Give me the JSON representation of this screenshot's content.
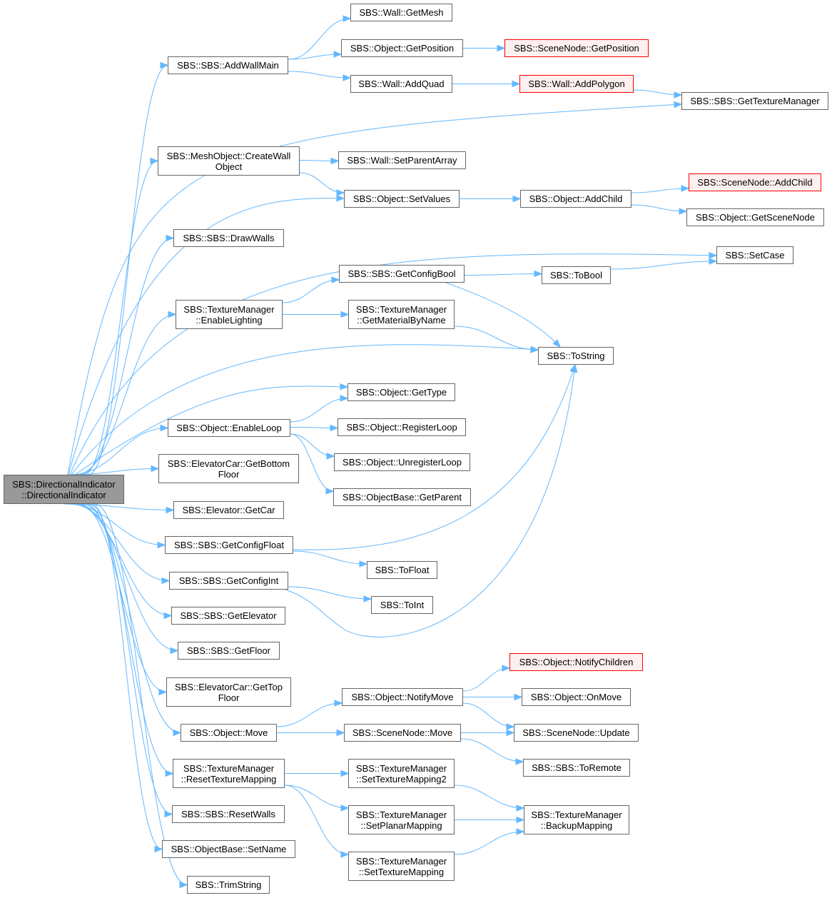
{
  "diagram": {
    "colors": {
      "edge": "#63b8ff",
      "node_border": "#666666",
      "root_fill": "#999999",
      "truncated_border": "#ff0000",
      "truncated_fill": "#fff0f0"
    },
    "nodes": [
      {
        "id": "root",
        "lines": [
          "SBS::DirectionalIndicator",
          "::DirectionalIndicator"
        ],
        "style": "root"
      },
      {
        "id": "addwallmain",
        "lines": [
          "SBS::SBS::AddWallMain"
        ]
      },
      {
        "id": "getmesh",
        "lines": [
          "SBS::Wall::GetMesh"
        ]
      },
      {
        "id": "getposition",
        "lines": [
          "SBS::Object::GetPosition"
        ]
      },
      {
        "id": "sn_getposition",
        "lines": [
          "SBS::SceneNode::GetPosition"
        ],
        "style": "red"
      },
      {
        "id": "addquad",
        "lines": [
          "SBS::Wall::AddQuad"
        ]
      },
      {
        "id": "addpolygon",
        "lines": [
          "SBS::Wall::AddPolygon"
        ],
        "style": "red"
      },
      {
        "id": "gettexmgr",
        "lines": [
          "SBS::SBS::GetTextureManager"
        ]
      },
      {
        "id": "createwall",
        "lines": [
          "SBS::MeshObject::CreateWall",
          "Object"
        ]
      },
      {
        "id": "setparentarray",
        "lines": [
          "SBS::Wall::SetParentArray"
        ]
      },
      {
        "id": "setvalues",
        "lines": [
          "SBS::Object::SetValues"
        ]
      },
      {
        "id": "addchild",
        "lines": [
          "SBS::Object::AddChild"
        ]
      },
      {
        "id": "sn_addchild",
        "lines": [
          "SBS::SceneNode::AddChild"
        ],
        "style": "red"
      },
      {
        "id": "getscenenode",
        "lines": [
          "SBS::Object::GetSceneNode"
        ]
      },
      {
        "id": "drawwalls",
        "lines": [
          "SBS::SBS::DrawWalls"
        ]
      },
      {
        "id": "setcase",
        "lines": [
          "SBS::SetCase"
        ]
      },
      {
        "id": "getconfigbool",
        "lines": [
          "SBS::SBS::GetConfigBool"
        ]
      },
      {
        "id": "tobool",
        "lines": [
          "SBS::ToBool"
        ]
      },
      {
        "id": "enablelighting",
        "lines": [
          "SBS::TextureManager",
          "::EnableLighting"
        ]
      },
      {
        "id": "getmaterialbyname",
        "lines": [
          "SBS::TextureManager",
          "::GetMaterialByName"
        ]
      },
      {
        "id": "tostring",
        "lines": [
          "SBS::ToString"
        ]
      },
      {
        "id": "gettype",
        "lines": [
          "SBS::Object::GetType"
        ]
      },
      {
        "id": "enableloop",
        "lines": [
          "SBS::Object::EnableLoop"
        ]
      },
      {
        "id": "registerloop",
        "lines": [
          "SBS::Object::RegisterLoop"
        ]
      },
      {
        "id": "unregisterloop",
        "lines": [
          "SBS::Object::UnregisterLoop"
        ]
      },
      {
        "id": "getparent",
        "lines": [
          "SBS::ObjectBase::GetParent"
        ]
      },
      {
        "id": "getbottomfloor",
        "lines": [
          "SBS::ElevatorCar::GetBottom",
          "Floor"
        ]
      },
      {
        "id": "getcar",
        "lines": [
          "SBS::Elevator::GetCar"
        ]
      },
      {
        "id": "getconfigfloat",
        "lines": [
          "SBS::SBS::GetConfigFloat"
        ]
      },
      {
        "id": "tofloat",
        "lines": [
          "SBS::ToFloat"
        ]
      },
      {
        "id": "getconfigint",
        "lines": [
          "SBS::SBS::GetConfigInt"
        ]
      },
      {
        "id": "toint",
        "lines": [
          "SBS::ToInt"
        ]
      },
      {
        "id": "getelevator",
        "lines": [
          "SBS::SBS::GetElevator"
        ]
      },
      {
        "id": "getfloor",
        "lines": [
          "SBS::SBS::GetFloor"
        ]
      },
      {
        "id": "gettopfloor",
        "lines": [
          "SBS::ElevatorCar::GetTop",
          "Floor"
        ]
      },
      {
        "id": "notifychildren",
        "lines": [
          "SBS::Object::NotifyChildren"
        ],
        "style": "red"
      },
      {
        "id": "notifymove",
        "lines": [
          "SBS::Object::NotifyMove"
        ]
      },
      {
        "id": "onmove",
        "lines": [
          "SBS::Object::OnMove"
        ]
      },
      {
        "id": "objmove",
        "lines": [
          "SBS::Object::Move"
        ]
      },
      {
        "id": "snmove",
        "lines": [
          "SBS::SceneNode::Move"
        ]
      },
      {
        "id": "snupdate",
        "lines": [
          "SBS::SceneNode::Update"
        ]
      },
      {
        "id": "toremote",
        "lines": [
          "SBS::SBS::ToRemote"
        ]
      },
      {
        "id": "resettexmap",
        "lines": [
          "SBS::TextureManager",
          "::ResetTextureMapping"
        ]
      },
      {
        "id": "settexmap2",
        "lines": [
          "SBS::TextureManager",
          "::SetTextureMapping2"
        ]
      },
      {
        "id": "setplanar",
        "lines": [
          "SBS::TextureManager",
          "::SetPlanarMapping"
        ]
      },
      {
        "id": "backupmapping",
        "lines": [
          "SBS::TextureManager",
          "::BackupMapping"
        ]
      },
      {
        "id": "settexmap",
        "lines": [
          "SBS::TextureManager",
          "::SetTextureMapping"
        ]
      },
      {
        "id": "resetwalls",
        "lines": [
          "SBS::SBS::ResetWalls"
        ]
      },
      {
        "id": "setname",
        "lines": [
          "SBS::ObjectBase::SetName"
        ]
      },
      {
        "id": "trimstring",
        "lines": [
          "SBS::TrimString"
        ]
      }
    ],
    "edges": [
      [
        "root",
        "addwallmain"
      ],
      [
        "root",
        "gettexmgr"
      ],
      [
        "root",
        "createwall"
      ],
      [
        "root",
        "setvalues"
      ],
      [
        "root",
        "drawwalls"
      ],
      [
        "root",
        "setcase"
      ],
      [
        "root",
        "enablelighting"
      ],
      [
        "root",
        "tostring"
      ],
      [
        "root",
        "gettype"
      ],
      [
        "root",
        "enableloop"
      ],
      [
        "root",
        "getbottomfloor"
      ],
      [
        "root",
        "getcar"
      ],
      [
        "root",
        "getconfigfloat"
      ],
      [
        "root",
        "getconfigint"
      ],
      [
        "root",
        "getelevator"
      ],
      [
        "root",
        "getfloor"
      ],
      [
        "root",
        "gettopfloor"
      ],
      [
        "root",
        "objmove"
      ],
      [
        "root",
        "resettexmap"
      ],
      [
        "root",
        "resetwalls"
      ],
      [
        "root",
        "setname"
      ],
      [
        "root",
        "trimstring"
      ],
      [
        "addwallmain",
        "getmesh"
      ],
      [
        "addwallmain",
        "getposition"
      ],
      [
        "addwallmain",
        "addquad"
      ],
      [
        "getposition",
        "sn_getposition"
      ],
      [
        "addquad",
        "addpolygon"
      ],
      [
        "addpolygon",
        "gettexmgr"
      ],
      [
        "createwall",
        "setparentarray"
      ],
      [
        "createwall",
        "setvalues"
      ],
      [
        "setvalues",
        "addchild"
      ],
      [
        "addchild",
        "sn_addchild"
      ],
      [
        "addchild",
        "getscenenode"
      ],
      [
        "enablelighting",
        "getconfigbool"
      ],
      [
        "enablelighting",
        "getmaterialbyname"
      ],
      [
        "getconfigbool",
        "tobool"
      ],
      [
        "getconfigbool",
        "tostring"
      ],
      [
        "tobool",
        "setcase"
      ],
      [
        "getmaterialbyname",
        "tostring"
      ],
      [
        "enableloop",
        "gettype"
      ],
      [
        "enableloop",
        "registerloop"
      ],
      [
        "enableloop",
        "unregisterloop"
      ],
      [
        "enableloop",
        "getparent"
      ],
      [
        "getconfigfloat",
        "tostring"
      ],
      [
        "getconfigfloat",
        "tofloat"
      ],
      [
        "getconfigint",
        "toint"
      ],
      [
        "getconfigint",
        "tostring"
      ],
      [
        "objmove",
        "notifymove"
      ],
      [
        "objmove",
        "snmove"
      ],
      [
        "notifymove",
        "notifychildren"
      ],
      [
        "notifymove",
        "onmove"
      ],
      [
        "notifymove",
        "snupdate"
      ],
      [
        "snmove",
        "snupdate"
      ],
      [
        "snmove",
        "toremote"
      ],
      [
        "resettexmap",
        "settexmap2"
      ],
      [
        "resettexmap",
        "setplanar"
      ],
      [
        "resettexmap",
        "settexmap"
      ],
      [
        "settexmap2",
        "backupmapping"
      ],
      [
        "setplanar",
        "backupmapping"
      ],
      [
        "settexmap",
        "backupmapping"
      ]
    ]
  }
}
